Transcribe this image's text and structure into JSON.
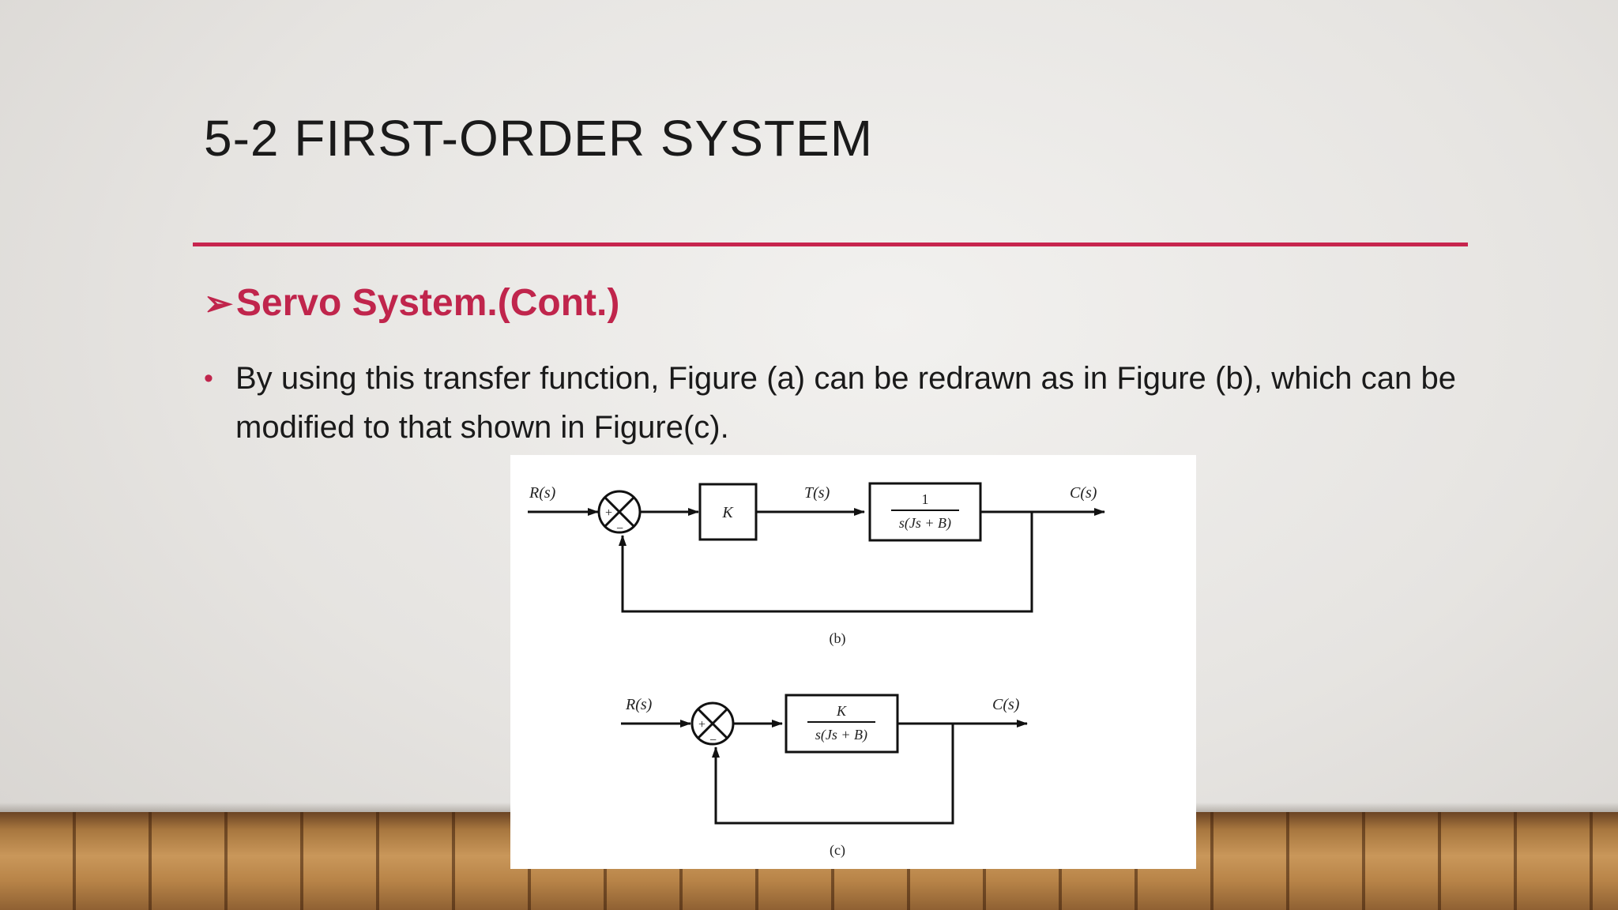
{
  "slide": {
    "title": "5-2 FIRST-ORDER SYSTEM",
    "subheading": "Servo System.(Cont.)",
    "subheading_marker": "➢",
    "bullet_marker": "•",
    "bullet_text": "By using this transfer function, Figure (a) can be redrawn as in Figure (b), which can be modified to that shown in Figure(c)."
  },
  "figure_b": {
    "input": "R(s)",
    "sum_plus": "+",
    "sum_minus": "−",
    "gain": "K",
    "intermediate": "T(s)",
    "plant_num": "1",
    "plant_den": "s(Js + B)",
    "output": "C(s)",
    "caption": "(b)"
  },
  "figure_c": {
    "input": "R(s)",
    "sum_plus": "+",
    "sum_minus": "−",
    "block_num": "K",
    "block_den": "s(Js + B)",
    "output": "C(s)",
    "caption": "(c)"
  },
  "colors": {
    "accent": "#c0254c",
    "rule": "#c7254e",
    "text": "#1a1a1a"
  }
}
